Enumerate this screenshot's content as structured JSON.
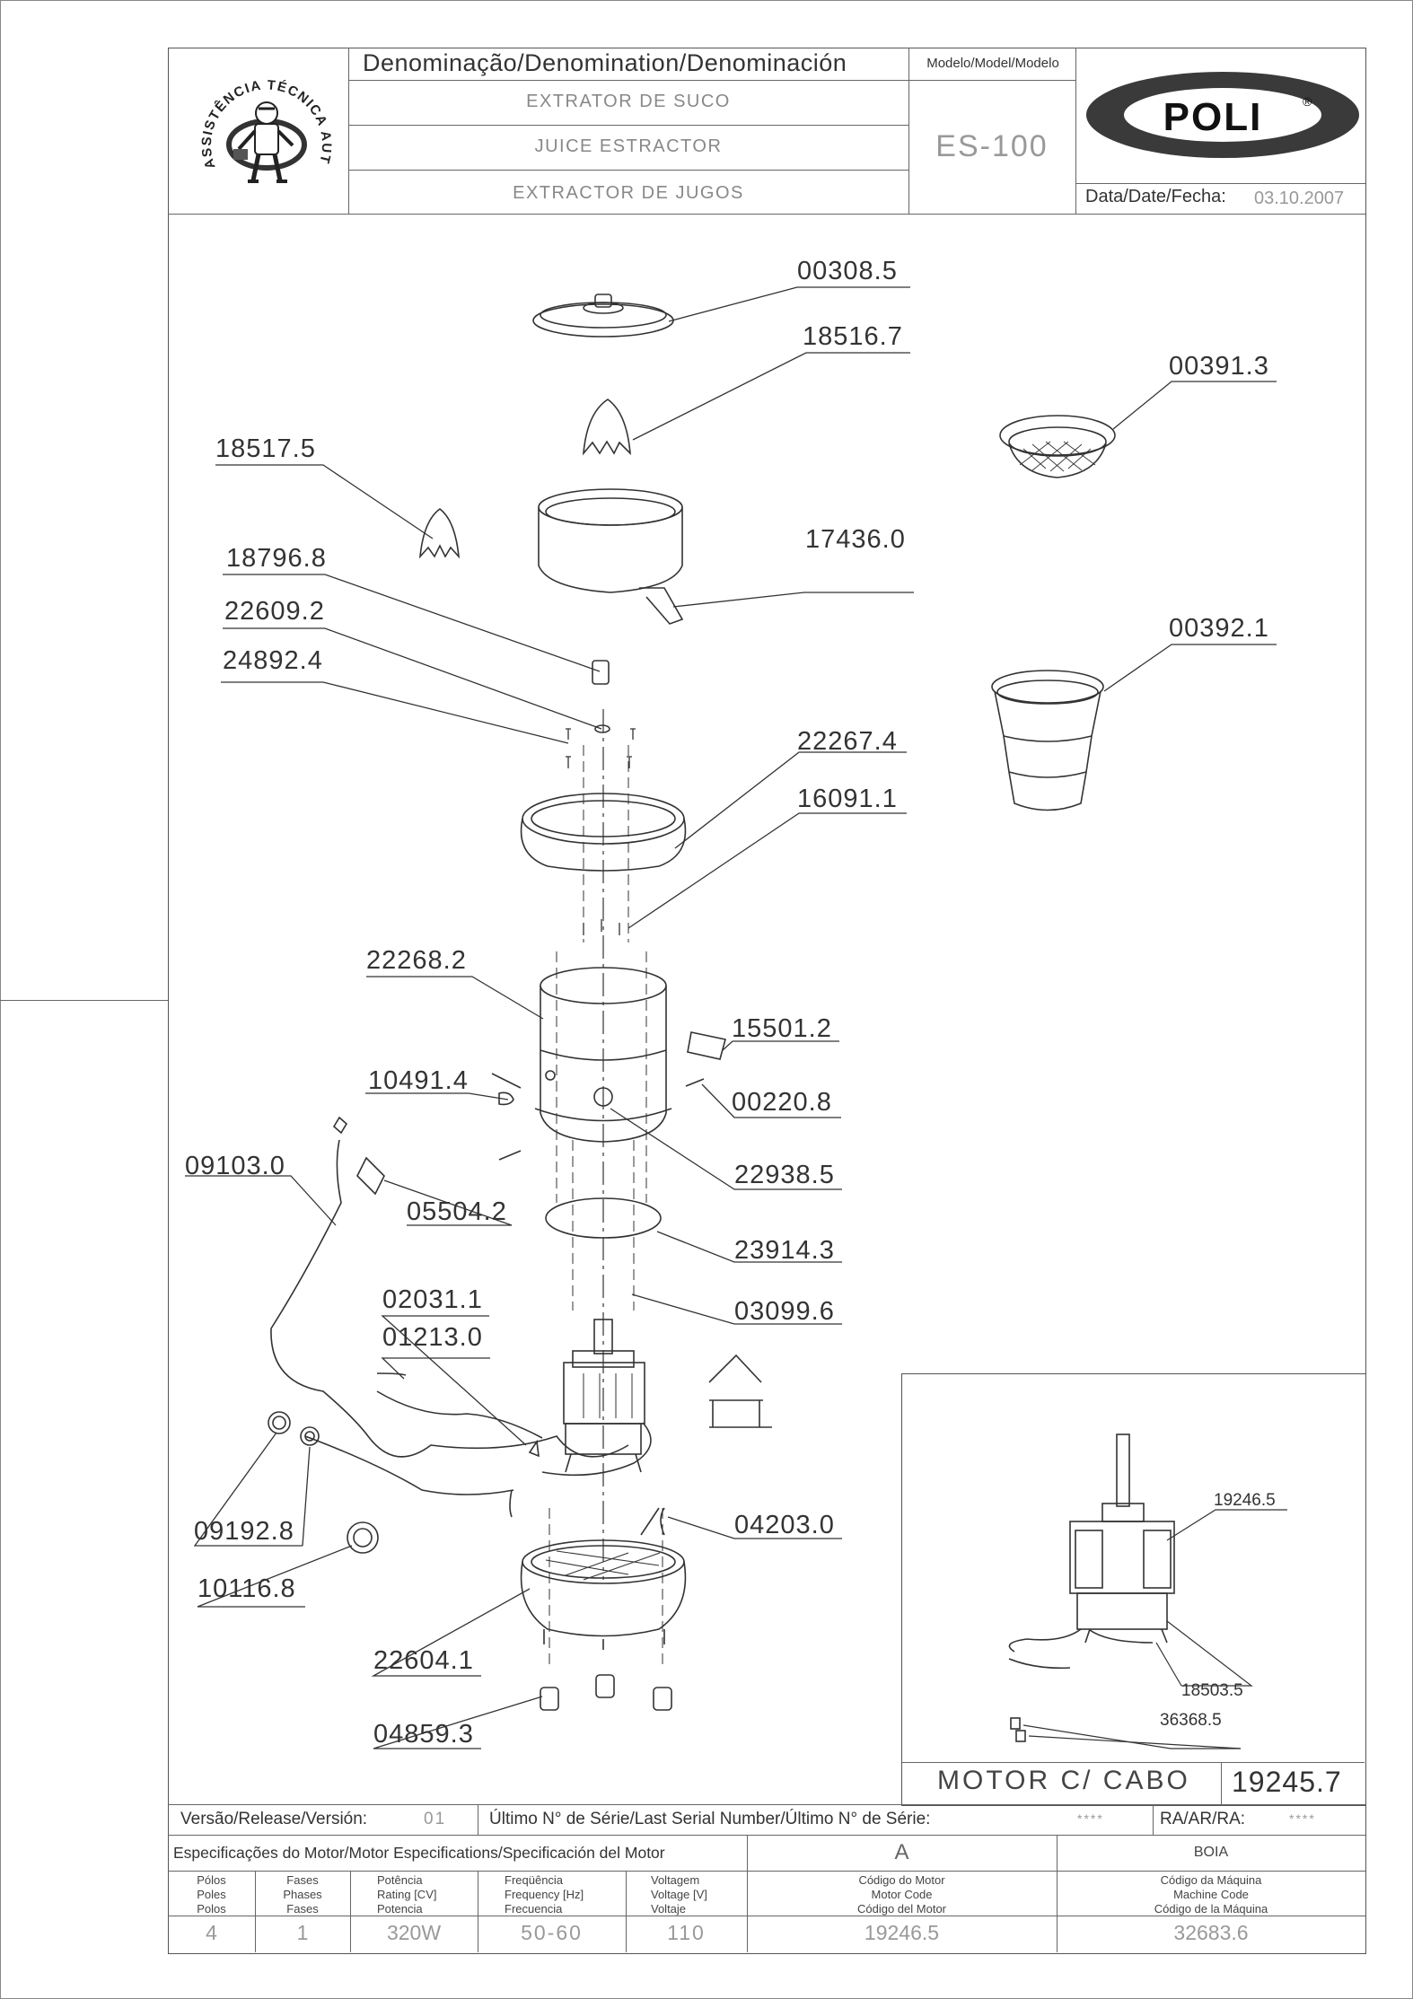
{
  "header": {
    "denomination_label": "Denominação/Denomination/Denominación",
    "names": [
      "EXTRATOR DE SUCO",
      "JUICE ESTRACTOR",
      "EXTRACTOR DE JUGOS"
    ],
    "model_label": "Modelo/Model/Modelo",
    "model_value": "ES-100",
    "date_label": "Data/Date/Fecha:",
    "date_value": "03.10.2007",
    "brand": "POLI",
    "brand_mark": "®",
    "seal_text": "ASSISTÊNCIA TÉCNICA AUTORIZADA"
  },
  "parts": [
    "00308.5",
    "18516.7",
    "00391.3",
    "18517.5",
    "17436.0",
    "18796.8",
    "22609.2",
    "00392.1",
    "24892.4",
    "22267.4",
    "16091.1",
    "22268.2",
    "15501.2",
    "10491.4",
    "00220.8",
    "09103.0",
    "22938.5",
    "05504.2",
    "23914.3",
    "02031.1",
    "03099.6",
    "01213.0",
    "09192.8",
    "04203.0",
    "10116.8",
    "22604.1",
    "04859.3"
  ],
  "detail": {
    "parts": [
      "19246.5",
      "18503.5",
      "36368.5"
    ],
    "caption": "MOTOR C/ CABO",
    "code": "19245.7"
  },
  "release": {
    "version_label": "Versão/Release/Versión:",
    "version_value": "01",
    "serial_label": "Último N° de Série/Last Serial Number/Último N° de Série:",
    "serial_value": "****",
    "ra_label": "RA/AR/RA:",
    "ra_value": "****"
  },
  "specs": {
    "title": "Especificações do Motor/Motor Especifications/Specificación del Motor",
    "type_value": "A",
    "buoy_value": "BOIA",
    "headers": [
      [
        "Pólos",
        "Poles",
        "Polos"
      ],
      [
        "Fases",
        "Phases",
        "Fases"
      ],
      [
        "Potência",
        "Rating [CV]",
        "Potencia"
      ],
      [
        "Freqüência",
        "Frequency [Hz]",
        "Frecuencia"
      ],
      [
        "Voltagem",
        "Voltage [V]",
        "Voltaje"
      ],
      [
        "Código do Motor",
        "Motor Code",
        "Código del Motor"
      ],
      [
        "Código da Máquina",
        "Machine Code",
        "Código de la Máquina"
      ]
    ],
    "values": [
      "4",
      "1",
      "320W",
      "50-60",
      "110",
      "19246.5",
      "32683.6"
    ]
  }
}
